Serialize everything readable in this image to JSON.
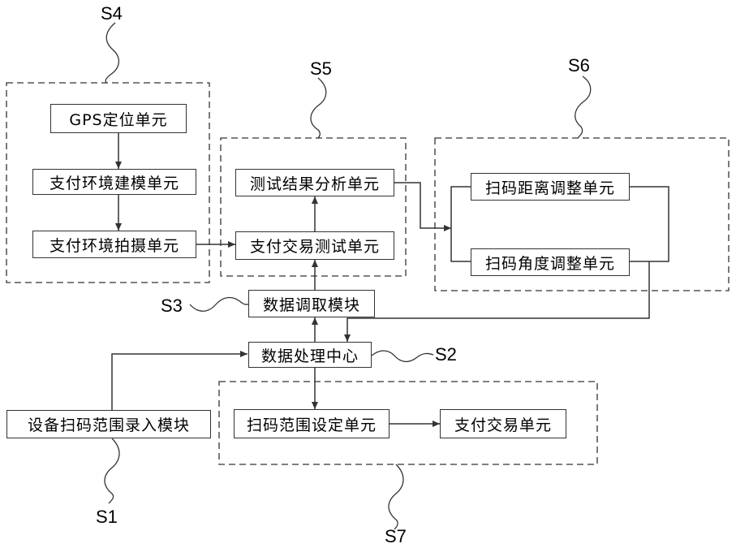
{
  "labels": {
    "s1": "S1",
    "s2": "S2",
    "s3": "S3",
    "s4": "S4",
    "s5": "S5",
    "s6": "S6",
    "s7": "S7"
  },
  "boxes": {
    "gps": "GPS定位单元",
    "env_model": "支付环境建模单元",
    "env_shoot": "支付环境拍摄单元",
    "test_result": "测试结果分析单元",
    "pay_test": "支付交易测试单元",
    "scan_distance": "扫码距离调整单元",
    "scan_angle": "扫码角度调整单元",
    "data_fetch": "数据调取模块",
    "data_center": "数据处理中心",
    "range_input": "设备扫码范围录入模块",
    "range_set": "扫码范围设定单元",
    "pay_trade": "支付交易单元"
  }
}
